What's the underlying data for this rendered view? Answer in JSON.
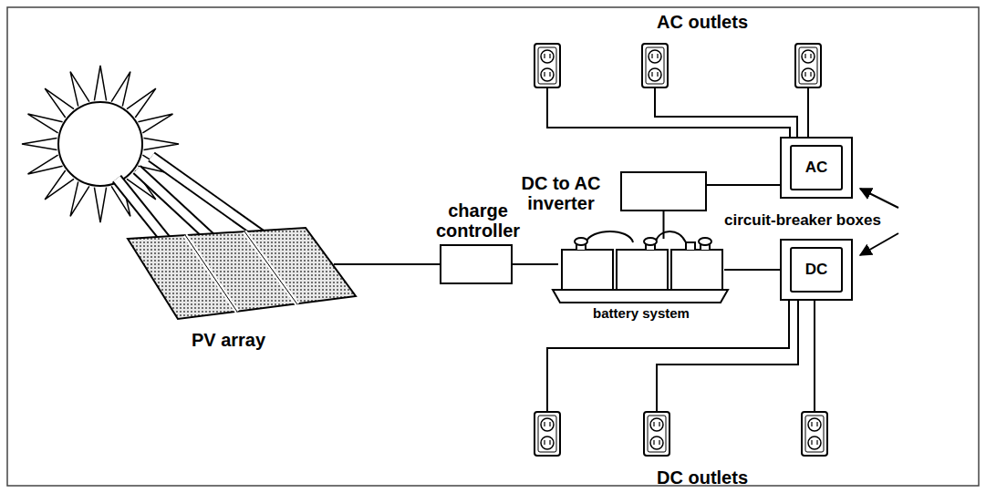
{
  "diagram": {
    "nodes": [
      {
        "text": [
          "PV array"
        ]
      },
      {
        "text": [
          "charge controller"
        ]
      },
      {
        "text": [
          "battery system"
        ]
      },
      {
        "text": [
          "DC to AC inverter"
        ]
      },
      {
        "text": [
          "AC"
        ]
      },
      {
        "text": [
          "DC"
        ]
      }
    ],
    "edges": [
      {
        "from": 0,
        "to": 1,
        "arrow": "none"
      },
      {
        "from": 1,
        "to": 2,
        "arrow": "none"
      },
      {
        "from": 2,
        "to": 3,
        "arrow": "none"
      },
      {
        "from": 3,
        "to": 4,
        "arrow": "none"
      },
      {
        "from": 2,
        "to": 5,
        "arrow": "none"
      }
    ],
    "labels": [
      "AC outlets",
      "circuit-breaker boxes",
      "DC outlets"
    ]
  }
}
